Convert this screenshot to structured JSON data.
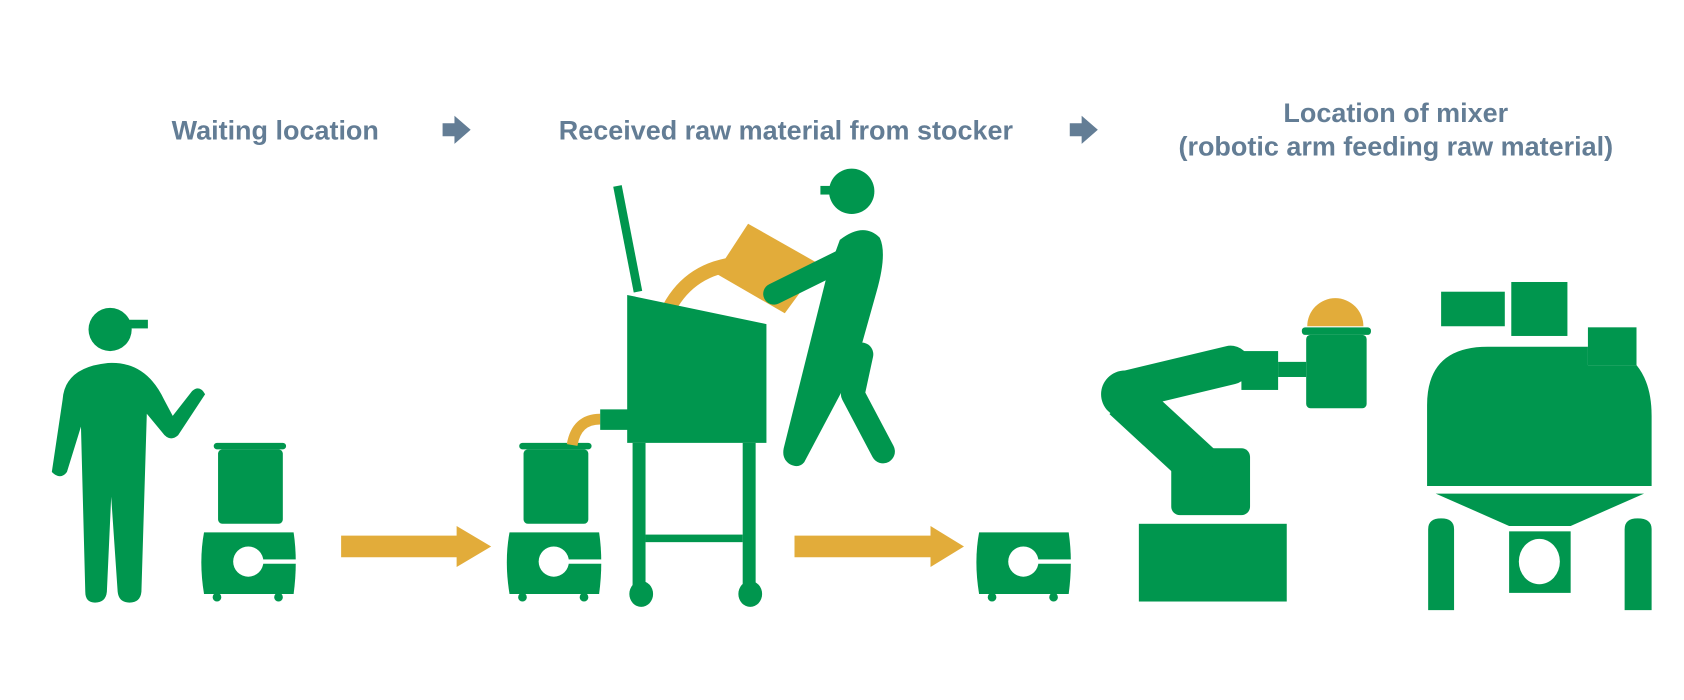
{
  "steps": {
    "waiting": {
      "label": "Waiting location"
    },
    "received": {
      "label": "Received raw material from stocker"
    },
    "mixer": {
      "label_line1": "Location of mixer",
      "label_line2": "(robotic arm feeding raw material)"
    }
  },
  "icons": {
    "step_arrow": "right-arrow-icon",
    "flow_arrow": "right-arrow-icon"
  },
  "colors": {
    "green": "#00964E",
    "gold": "#E2AC3A",
    "text": "#637D95"
  }
}
